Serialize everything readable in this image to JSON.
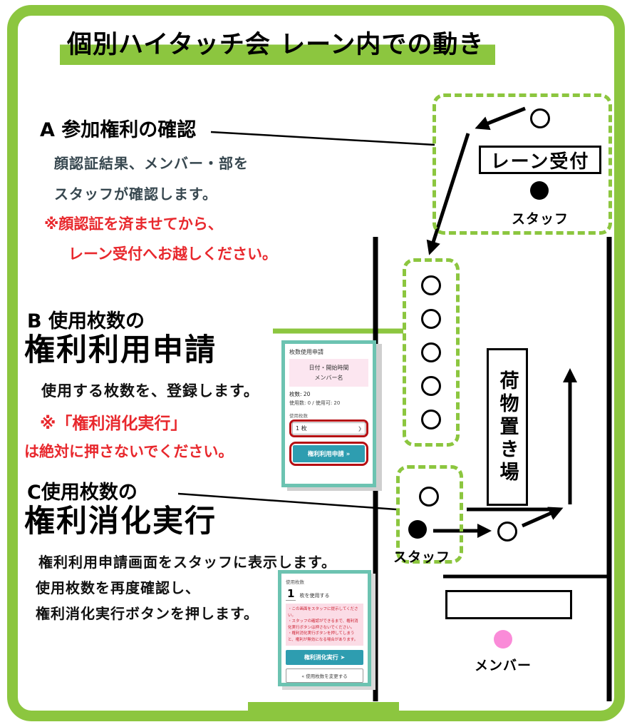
{
  "title": "個別ハイタッチ会 レーン内での動き",
  "colors": {
    "accent_green": "#8cc63f",
    "alert_red": "#e8282d",
    "app_teal": "#2e9db0",
    "app_frame_teal": "#6cc3b1",
    "red_highlight": "#b50d12",
    "member_pink": "#fa8bd8",
    "warning_pink": "#fbdce6"
  },
  "sections": {
    "a": {
      "heading": "A 参加権利の確認",
      "line1": "顔認証結果、メンバー・部を",
      "line2": "スタッフが確認します。",
      "note1": "※顔認証を済ませてから、",
      "note2": "レーン受付へお越しください。"
    },
    "b": {
      "heading": "B 使用枚数の",
      "title": "権利利用申請",
      "line1": "使用する枚数を、登録します。",
      "note1": "※「権利消化実行」",
      "note2": "は絶対に押さないでください。"
    },
    "c": {
      "heading": "C使用枚数の",
      "title": "権利消化実行",
      "line1": "権利利用申請画面をスタッフに表示します。",
      "line2": "使用枚数を再度確認し、",
      "line3": "権利消化実行ボタンを押します。"
    }
  },
  "map": {
    "reception_label": "レーン受付",
    "staff_top_label": "スタッフ",
    "staff_bottom_label": "スタッフ",
    "member_label": "メンバー",
    "luggage_label": "荷物置き場"
  },
  "app_request": {
    "header": "枚数使用申請",
    "date_line": "日付・開始時間",
    "member_line": "メンバー名",
    "count_line": "枚数: 20",
    "usage_line": "使用数: 0 / 使用可: 20",
    "input_label": "使用枚数",
    "input_value": "1 枚",
    "submit_button": "権利利用申請 »"
  },
  "app_execute": {
    "label": "使用枚数",
    "count": "1",
    "count_suffix": "枚を使用する",
    "warn1": "・この画面をスタッフに提示してください。",
    "warn2": "・スタッフの確認ができるまで、権利消化実行ボタンは押さないでください。",
    "warn3": "・権利消化実行ボタンを押してしまうと、権利が無効になる場合があります。",
    "primary_button": "権利消化実行 ➤",
    "secondary_button": "« 使用枚数を変更する"
  }
}
